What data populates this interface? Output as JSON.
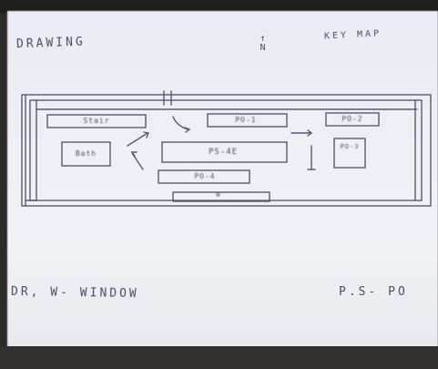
{
  "header": {
    "drawing_title": "DRAWING",
    "key_map": "KEY MAP",
    "north_marker": "N"
  },
  "rooms": {
    "top_left": "Stair",
    "po1": "PO-1",
    "po2": "PO-2",
    "po3": "PO-3",
    "bath": "Bath",
    "ps": "PS-4E",
    "po4": "PO-4",
    "bottom_strip": "W"
  },
  "legend": {
    "left": "DR, W- WINDOW",
    "right": "P.S- PO"
  }
}
